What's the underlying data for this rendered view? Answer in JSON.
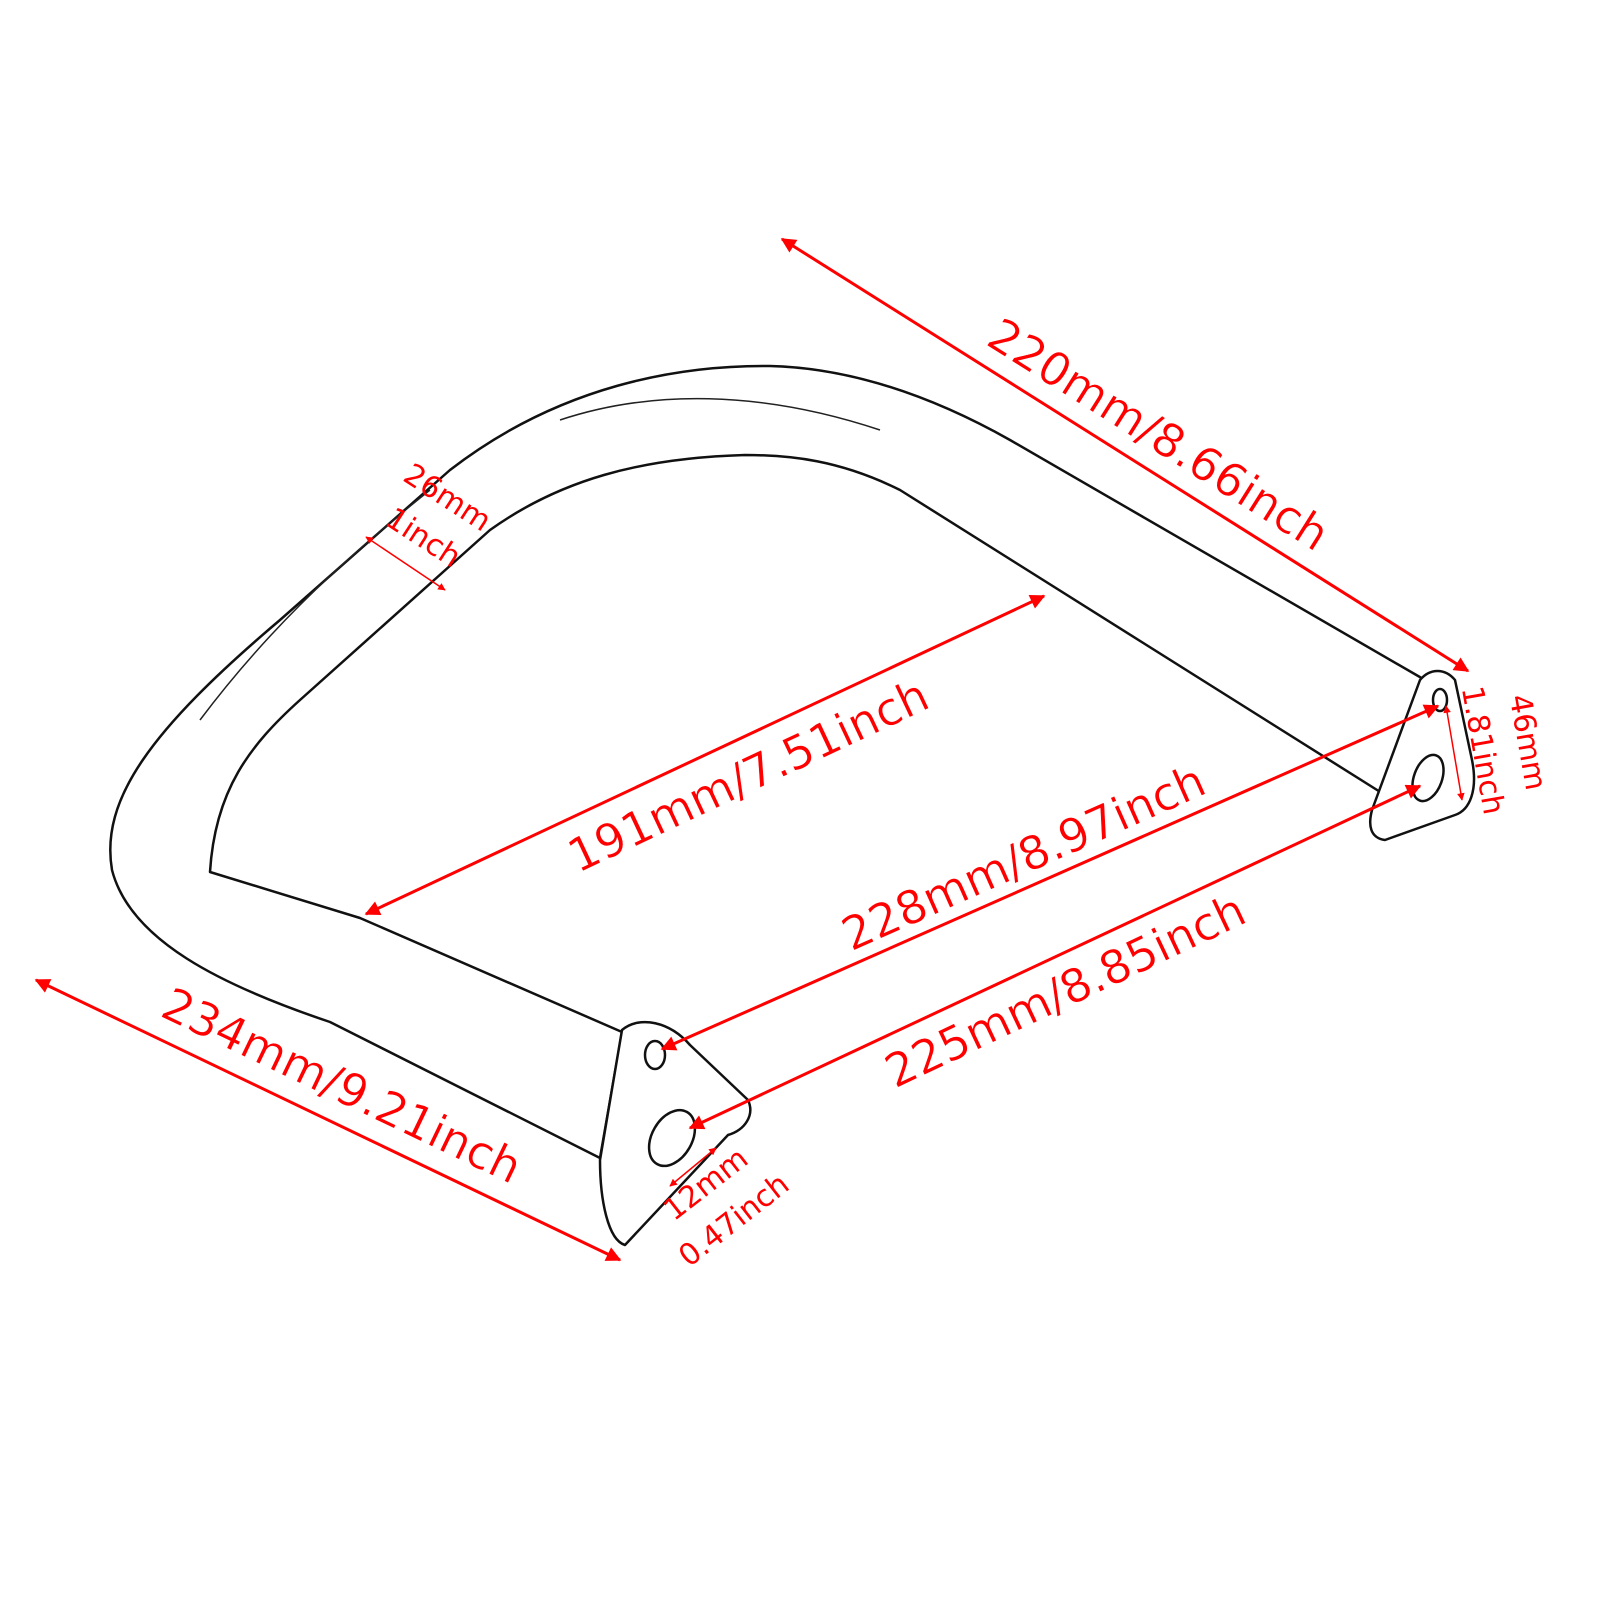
{
  "colors": {
    "dimension": "#ff0000",
    "outline": "#111111",
    "background": "#ffffff"
  },
  "dimensions": {
    "top_length": "220mm/8.66inch",
    "tube_diameter_mm": "26mm",
    "tube_diameter_in": "1inch",
    "inner_width": "191mm/7.51inch",
    "hole_span": "228mm/8.97inch",
    "lower_hole_span": "225mm/8.85inch",
    "bottom_length": "234mm/9.21inch",
    "hole_diameter_mm": "12mm",
    "hole_diameter_in": "0.47inch",
    "plate_height_mm": "46mm",
    "plate_height_in": "1.81inch"
  }
}
